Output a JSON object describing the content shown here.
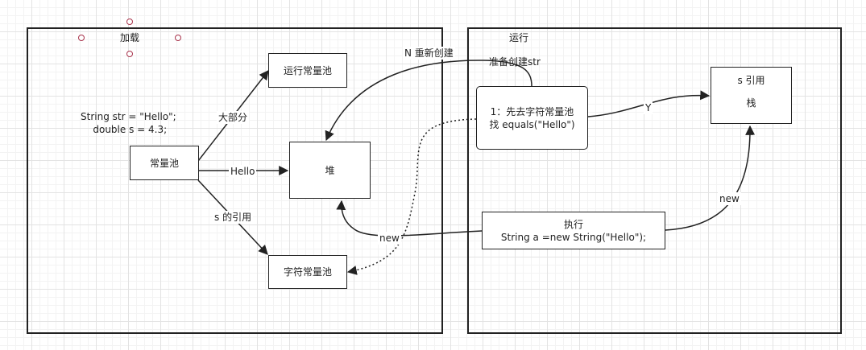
{
  "colors": {
    "stroke": "#222222",
    "handle": "#a8324a",
    "grid": "#e3e3e3"
  },
  "left_panel": {
    "title": "加载",
    "code_text": "String str = \"Hello\";\n double s = 4.3;",
    "boxes": {
      "constant_pool": "常量池",
      "runtime_constant_pool": "运行常量池",
      "heap": "堆",
      "string_constant_pool": "字符常量池"
    },
    "edges": {
      "most": "大部分",
      "hello": "Hello",
      "s_ref": "s 的引用"
    }
  },
  "right_panel": {
    "title": "运行",
    "prepare_label": "准备创建str",
    "lookup_box": "1：先去字符常量池\n找 equals(\"Hello\")",
    "stack_title": "s 引用",
    "stack_label": "栈",
    "exec_box": "执行\nString a =new String(\"Hello\");",
    "edges": {
      "yes": "Y",
      "new_to_stack": "new"
    }
  },
  "cross_edges": {
    "no_recreate": "N 重新创建",
    "new_to_heap": "new"
  }
}
